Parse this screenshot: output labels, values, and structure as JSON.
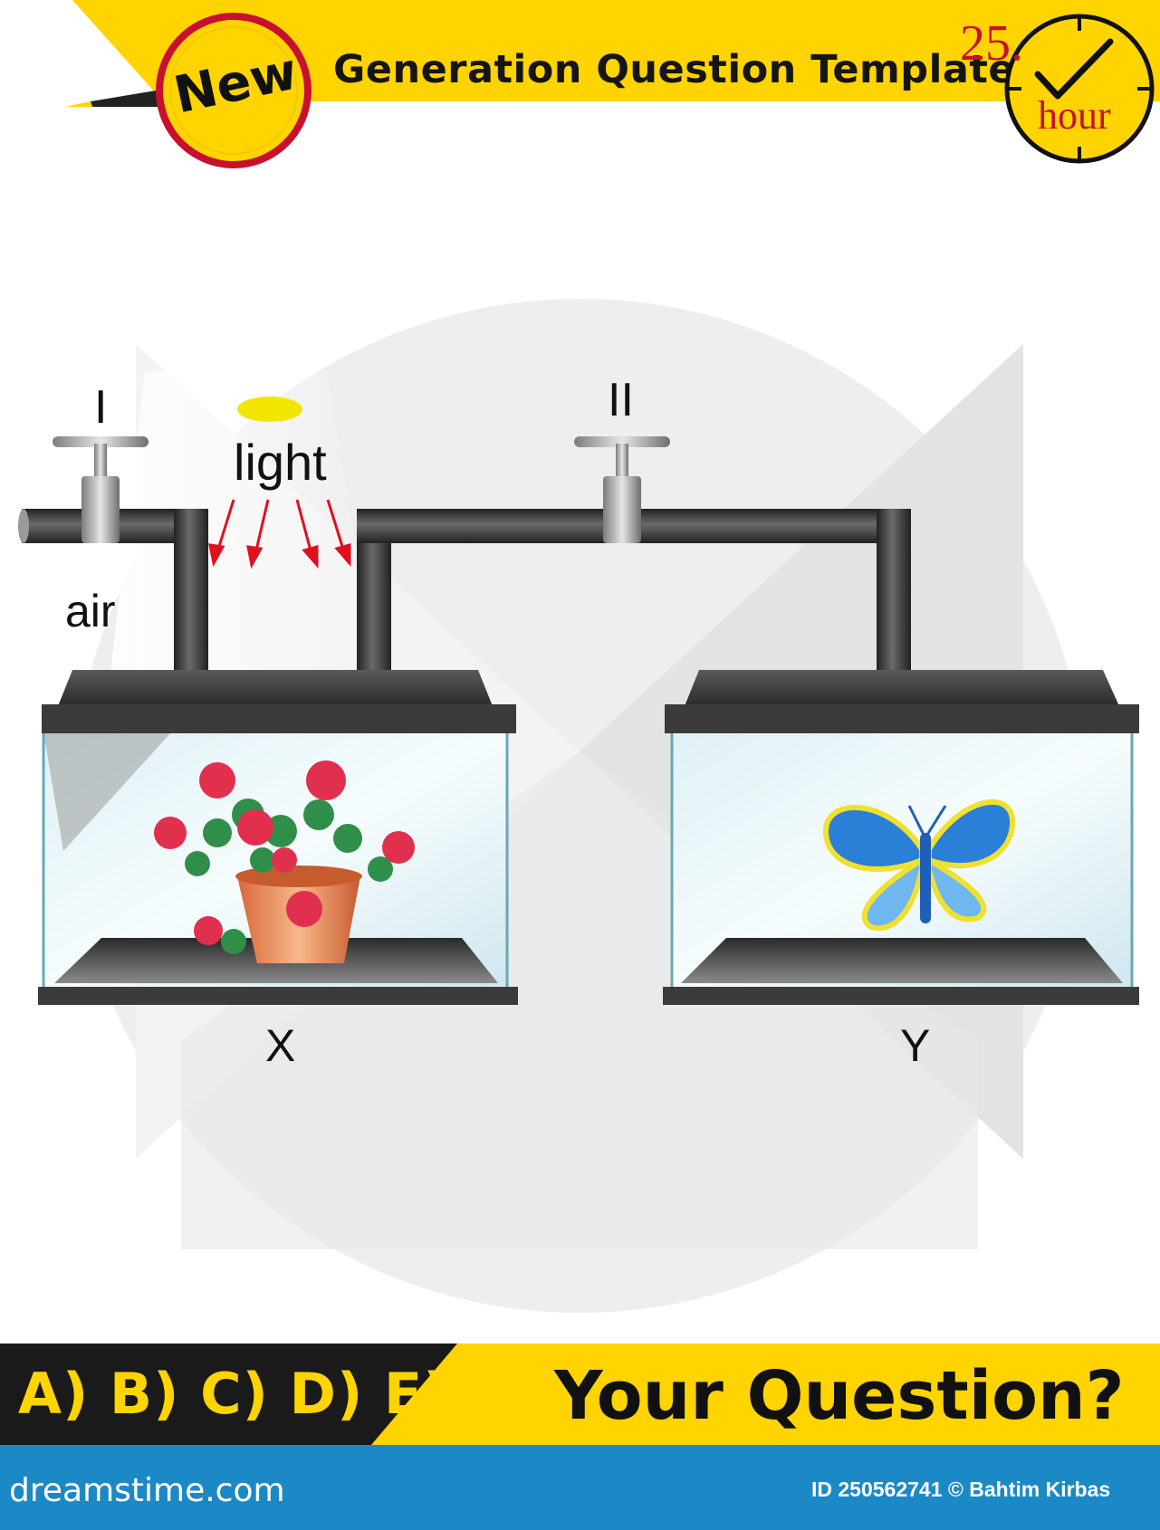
{
  "header": {
    "badge_text": "New",
    "title": "Generation Question Template",
    "clock_hours": "25.",
    "clock_unit": "hour"
  },
  "diagram": {
    "valve_1_label": "I",
    "valve_2_label": "II",
    "light_label": "light",
    "air_label": "air",
    "tank_x_label": "X",
    "tank_y_label": "Y",
    "tank_x_contents": "potted flowering plant",
    "tank_y_contents": "butterfly"
  },
  "footer": {
    "answer_options": "A) B) C) D) E)",
    "question": "Your Question?",
    "brand": "dreamstime.com",
    "credit": "ID 250562741 © Bahtim Kirbas"
  },
  "colors": {
    "banner_yellow": "#ffd400",
    "bar_black": "#1a1a1a",
    "accent_red": "#c8102e",
    "footer_blue": "#1c89c7",
    "pipe_gray": "#3a3a3a"
  }
}
